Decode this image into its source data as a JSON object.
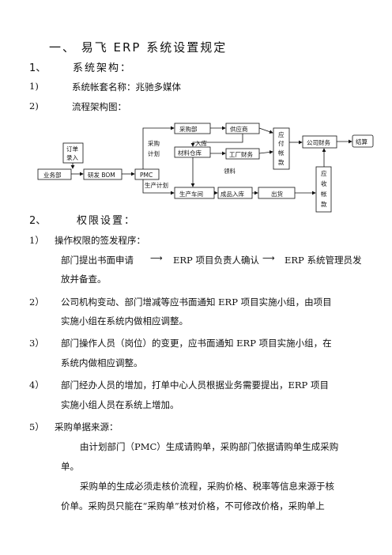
{
  "title": "一、 易飞 ERP 系统设置规定",
  "section1": {
    "num": "1、",
    "heading": "系统架构："
  },
  "item1_1": {
    "num": "1)",
    "text": "系统帐套名称：兆驰多媒体"
  },
  "item1_2": {
    "num": "2)",
    "text": "流程架构图："
  },
  "diagram": {
    "order_entry": [
      "订单",
      "录入"
    ],
    "sales": "业务部",
    "rd_bom": "研发 BOM",
    "pmc": "PMC",
    "purchasing": "采购部",
    "supplier": "供应商",
    "purchase_plan": [
      "采购",
      "计划"
    ],
    "stock_in": "入库",
    "material_warehouse": "材料仓库",
    "factory_finance": "工厂财务",
    "payable": [
      "应",
      "付",
      "帐",
      "款"
    ],
    "company_finance": "公司财务",
    "settlement": "结算",
    "pick_material": "领料",
    "production_plan": "生产计划",
    "workshop": "生产车间",
    "fg_stock_in": "成品入库",
    "shipment": "出货",
    "receivable": [
      "应",
      "收",
      "帐",
      "款"
    ]
  },
  "section2": {
    "num": "2、",
    "heading": "权限设置："
  },
  "perm1": {
    "num": "1）",
    "text": "操作权限的签发程序：",
    "flow_a": "部门提出书面申请",
    "flow_b": "ERP 项目负责人确认",
    "flow_c": "ERP 系统管理员发",
    "flow_d": "放并备查。"
  },
  "perm2": {
    "num": "2）",
    "line1": "公司机构变动、部门增减等应书面通知 ERP 项目实施小组，由项目",
    "line2": "实施小组在系统内做相应调整。"
  },
  "perm3": {
    "num": "3）",
    "line1": "部门操作人员（岗位）的变更，应书面通知 ERP 项目实施小组，在",
    "line2": "系统内做相应调整。"
  },
  "perm4": {
    "num": "4）",
    "line1": "部门经办人员的增加，打单中心人员根据业务需要提出，ERP 项目",
    "line2": "实施小组人员在系统上增加。"
  },
  "perm5": {
    "num": "5）",
    "text": "采购单据来源：",
    "p1_line1": "由计划部门（PMC）生成请购单，采购部门依据请购单生成采购",
    "p1_line2": "单。",
    "p2_line1": "采购单的生成必须走核价流程，采购价格、税率等信息来源于核",
    "p2_line2": "价单。采购员只能在“采购单”核对价格，不可修改价格，采购单上"
  }
}
